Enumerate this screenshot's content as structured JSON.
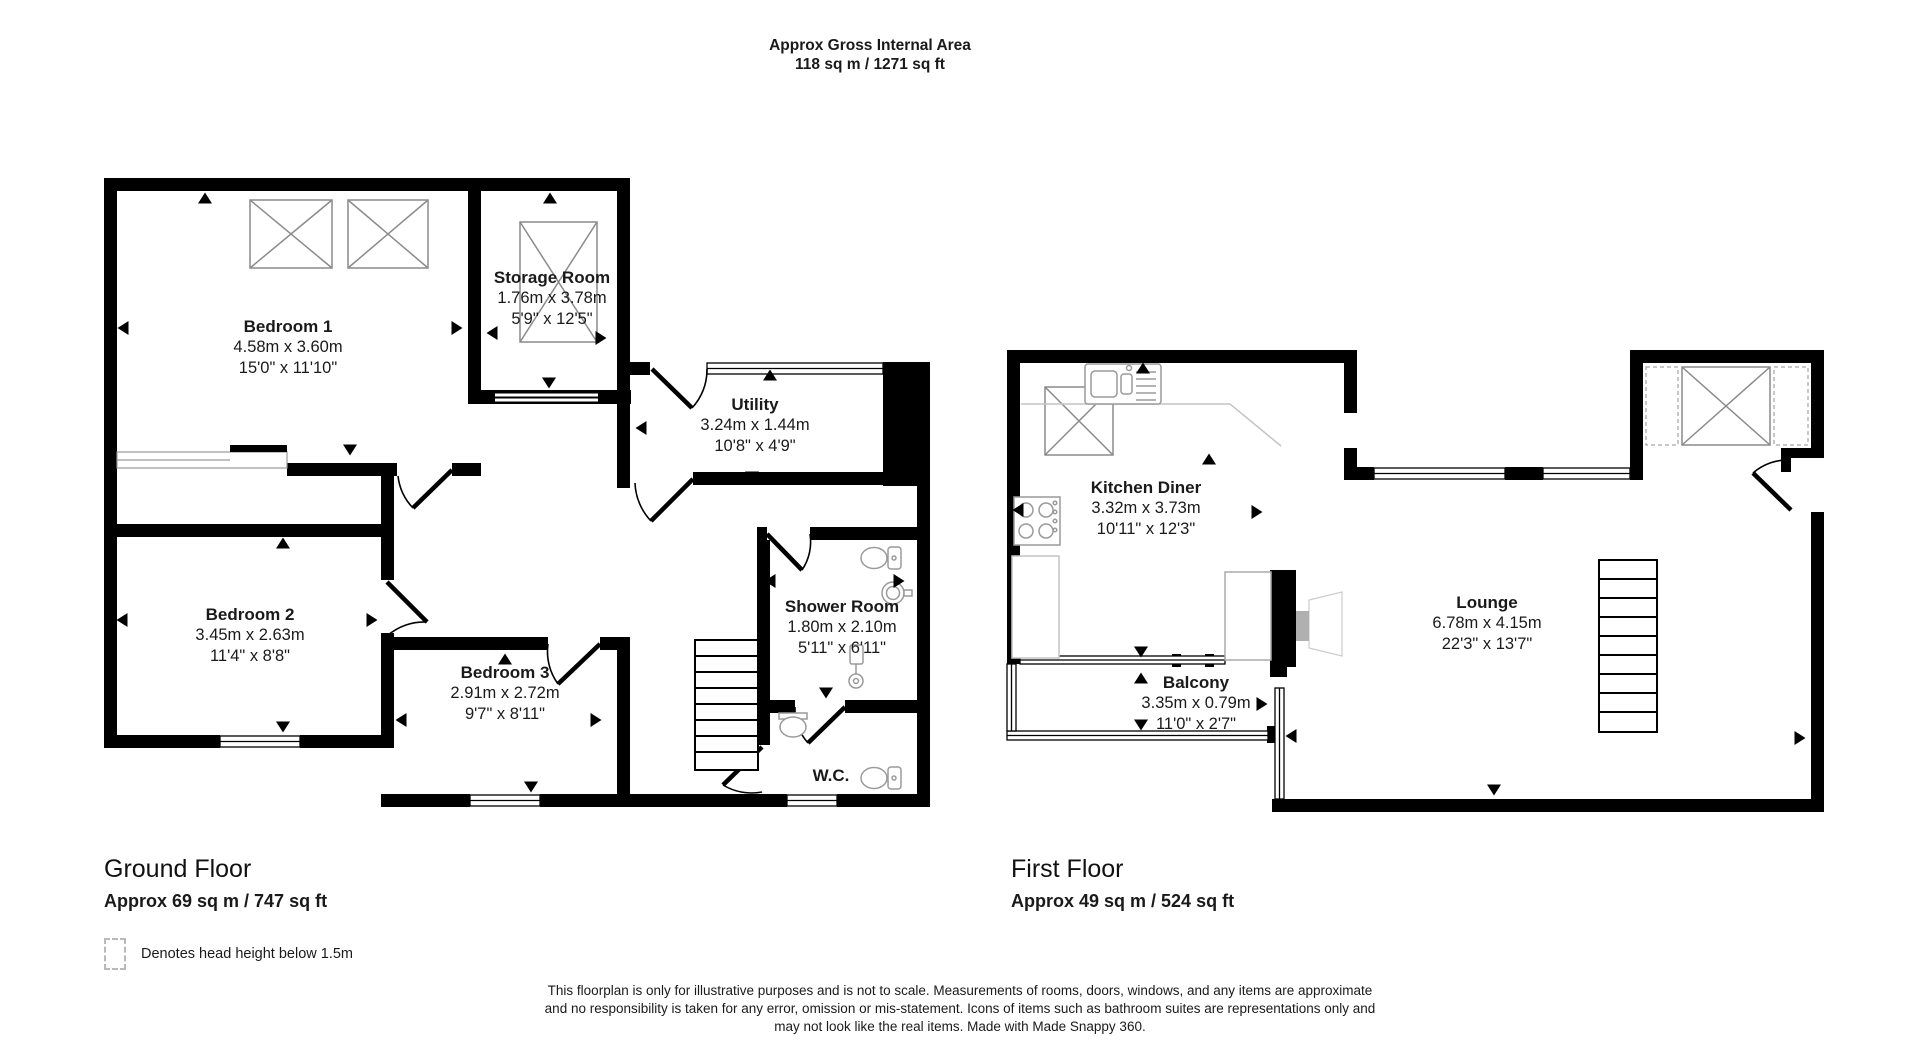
{
  "header": {
    "title_line1": "Approx Gross Internal Area",
    "title_line2": "118 sq m / 1271 sq ft"
  },
  "ground_floor": {
    "label": "Ground Floor",
    "area": "Approx 69 sq m / 747 sq ft",
    "rooms": {
      "bedroom1": {
        "name": "Bedroom 1",
        "metric": "4.58m x 3.60m",
        "imperial": "15'0\" x 11'10\""
      },
      "storage": {
        "name": "Storage Room",
        "metric": "1.76m x 3.78m",
        "imperial": "5'9\" x 12'5\""
      },
      "utility": {
        "name": "Utility",
        "metric": "3.24m x 1.44m",
        "imperial": "10'8\" x 4'9\""
      },
      "bedroom2": {
        "name": "Bedroom 2",
        "metric": "3.45m x 2.63m",
        "imperial": "11'4\" x 8'8\""
      },
      "bedroom3": {
        "name": "Bedroom 3",
        "metric": "2.91m x 2.72m",
        "imperial": "9'7\" x 8'11\""
      },
      "shower": {
        "name": "Shower Room",
        "metric": "1.80m x 2.10m",
        "imperial": "5'11\" x 6'11\""
      },
      "wc": {
        "name": "W.C."
      }
    }
  },
  "first_floor": {
    "label": "First Floor",
    "area": "Approx 49 sq m / 524 sq ft",
    "rooms": {
      "kitchen": {
        "name": "Kitchen Diner",
        "metric": "3.32m x 3.73m",
        "imperial": "10'11\" x 12'3\""
      },
      "lounge": {
        "name": "Lounge",
        "metric": "6.78m x 4.15m",
        "imperial": "22'3\" x 13'7\""
      },
      "balcony": {
        "name": "Balcony",
        "metric": "3.35m x 0.79m",
        "imperial": "11'0\" x 2'7\""
      }
    }
  },
  "legend": {
    "text": "Denotes head height below 1.5m"
  },
  "disclaimer": {
    "line1": "This floorplan is only for illustrative purposes and is not to scale. Measurements of rooms, doors, windows, and any items are approximate",
    "line2": "and no responsibility is taken for any error, omission or mis-statement. Icons of items such as bathroom suites are representations only and",
    "line3": "may not look like the real items. Made with Made Snappy 360."
  },
  "colors": {
    "wall": "#000000",
    "fixture_outline": "#9a9a9a",
    "light_outline": "#c4c4c4",
    "tv_fill": "#b0b0b0"
  }
}
